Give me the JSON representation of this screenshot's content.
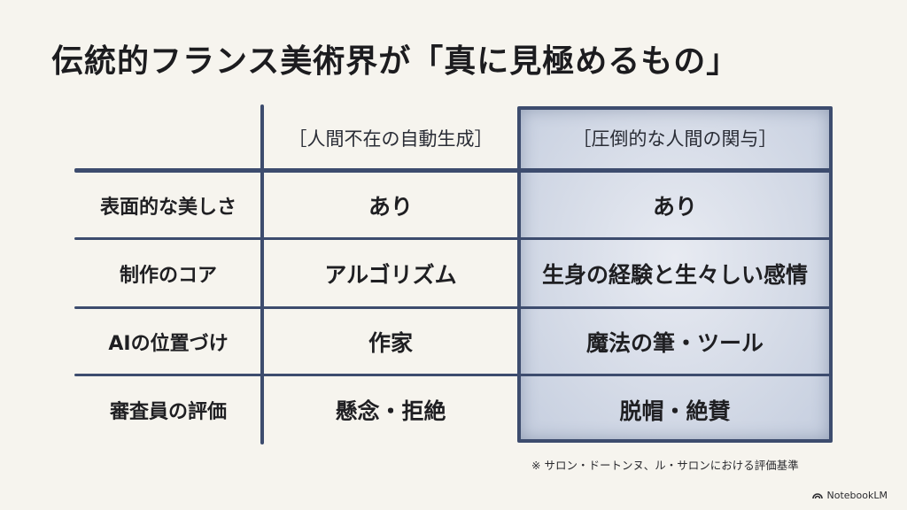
{
  "title": "伝統的フランス美術界が「真に見極めるもの」",
  "table": {
    "columns": [
      "［人間不在の自動生成］",
      "［圧倒的な人間の関与］"
    ],
    "rows": [
      {
        "label": "表面的な美しさ",
        "values": [
          "あり",
          "あり"
        ]
      },
      {
        "label": "制作のコア",
        "values": [
          "アルゴリズム",
          "生身の経験と生々しい感情"
        ]
      },
      {
        "label": "AIの位置づけ",
        "values": [
          "作家",
          "魔法の筆・ツール"
        ]
      },
      {
        "label": "審査員の評価",
        "values": [
          "懸念・拒絶",
          "脱帽・絶賛"
        ]
      }
    ]
  },
  "footnote": "※ サロン・ドートンヌ、ル・サロンにおける評価基準",
  "brand": "NotebookLM"
}
